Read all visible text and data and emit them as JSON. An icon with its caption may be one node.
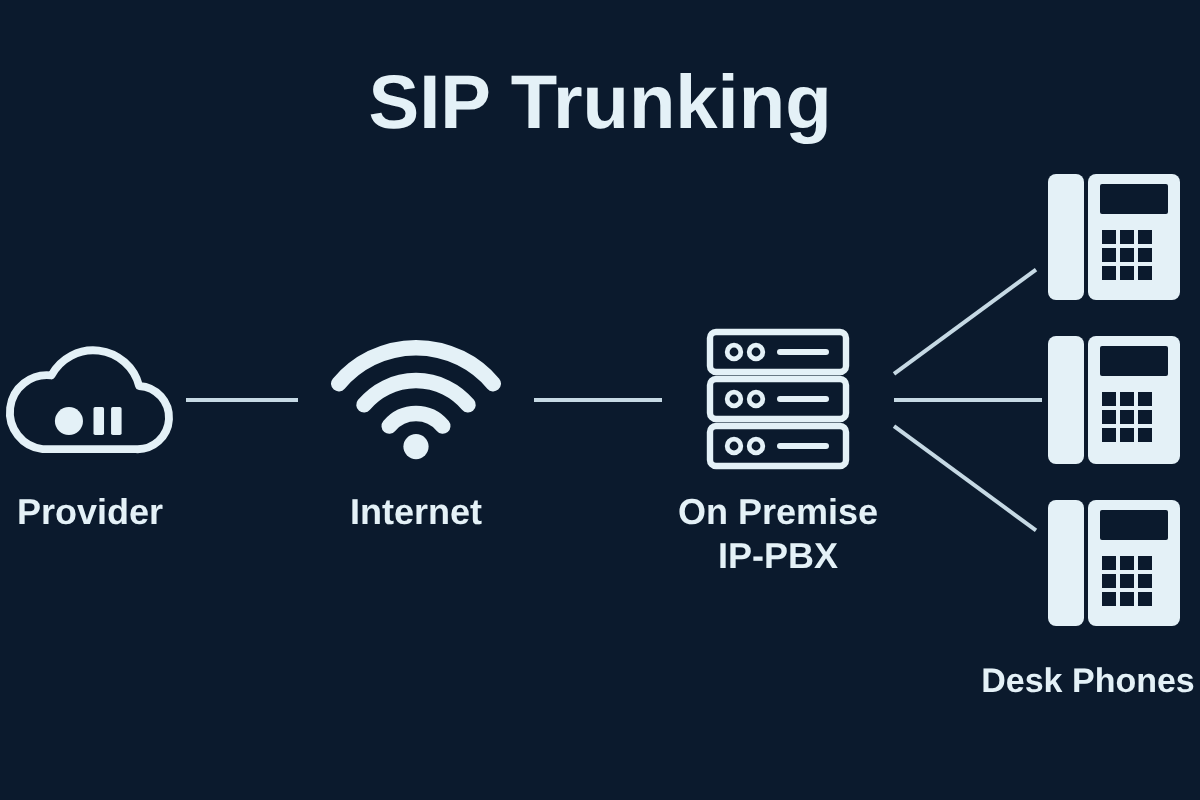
{
  "diagram": {
    "title": "SIP Trunking",
    "nodes": [
      {
        "text": [
          "Provider"
        ]
      },
      {
        "text": [
          "Internet"
        ]
      },
      {
        "text": [
          "On Premise IP-PBX"
        ]
      },
      {
        "text": [],
        "shape": "phone"
      },
      {
        "text": [],
        "shape": "phone"
      },
      {
        "text": [],
        "shape": "phone"
      }
    ],
    "edges": [
      {
        "from": 0,
        "to": 1,
        "arrow": "none"
      },
      {
        "from": 1,
        "to": 2,
        "arrow": "none"
      },
      {
        "from": 2,
        "to": 3,
        "arrow": "none"
      },
      {
        "from": 2,
        "to": 4,
        "arrow": "none"
      },
      {
        "from": 2,
        "to": 5,
        "arrow": "none"
      }
    ],
    "labels": [
      "Desk Phones"
    ]
  }
}
